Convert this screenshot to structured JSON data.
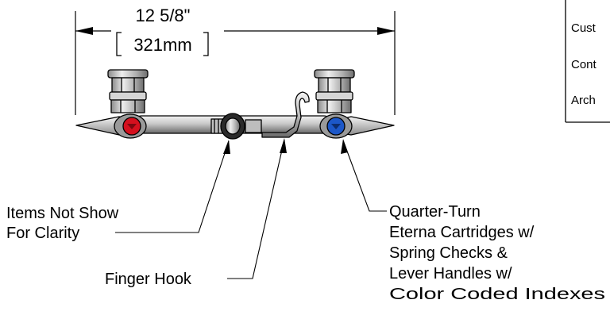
{
  "dimension": {
    "imperial": "12 5/8\"",
    "metric": "321mm"
  },
  "callouts": {
    "items_not_shown": [
      "Items Not Show",
      "For Clarity"
    ],
    "finger_hook": "Finger Hook",
    "cartridges": [
      "Quarter-Turn",
      "Eterna Cartridges w/",
      "Spring Checks &",
      "Lever Handles w/",
      "Color Coded Indexes"
    ]
  },
  "side_panel": {
    "rows": [
      "Cust",
      "Cont",
      "Arch"
    ]
  },
  "colors": {
    "hot_index": "#d4101e",
    "cold_index": "#1c57c8",
    "line": "#000000",
    "metal_light": "#e6e6e6",
    "metal_mid": "#b4b4b4",
    "metal_dark": "#6e6e6e"
  }
}
